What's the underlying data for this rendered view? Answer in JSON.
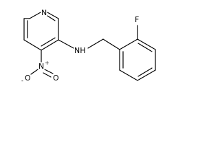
{
  "molecule": {
    "atoms": {
      "pyridine_n": "N",
      "amine_nh": "NH",
      "fluorine": "F",
      "nitro_n": "N",
      "nitro_n_charge": "+",
      "nitro_o_right": "O",
      "nitro_o_left": "O",
      "nitro_o_left_charge": "-"
    }
  }
}
